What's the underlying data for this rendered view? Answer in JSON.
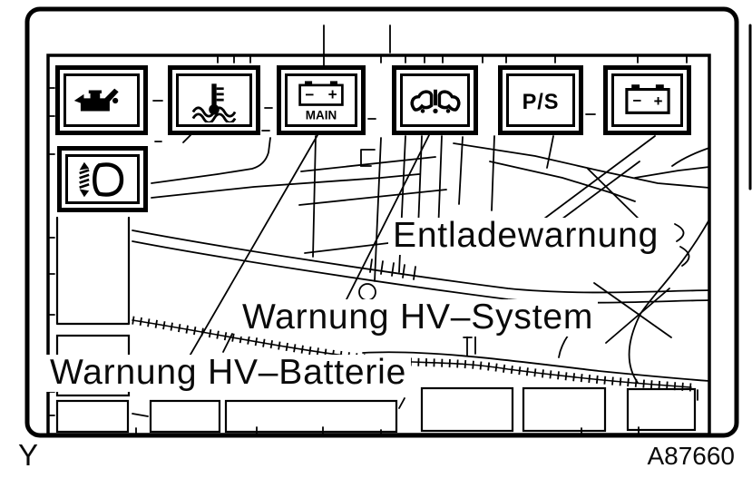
{
  "figure": {
    "index_letter": "Y",
    "code": "A87660"
  },
  "indicator_lamps": [
    {
      "name": "oil-pressure",
      "symbol": "oil-can-icon"
    },
    {
      "name": "coolant-temperature",
      "symbol": "thermometer-waves-icon"
    },
    {
      "name": "main-battery",
      "symbol": "battery-icon",
      "label": "MAIN",
      "minus": "−",
      "plus": "+"
    },
    {
      "name": "hybrid-system",
      "symbol": "car-exclamation-icon"
    },
    {
      "name": "power-steering",
      "label": "P/S"
    },
    {
      "name": "charge",
      "symbol": "battery-icon",
      "minus": "−",
      "plus": "+"
    },
    {
      "name": "headlight-leveling",
      "symbol": "headlight-arrows-icon"
    }
  ],
  "callouts": [
    {
      "text": "Entladewarnung",
      "target": "charge"
    },
    {
      "text": "Warnung HV–System",
      "target": "hybrid-system"
    },
    {
      "text": "Warnung HV–Batterie",
      "target": "main-battery"
    }
  ],
  "colors": {
    "ink": "#000000",
    "paper": "#ffffff"
  }
}
